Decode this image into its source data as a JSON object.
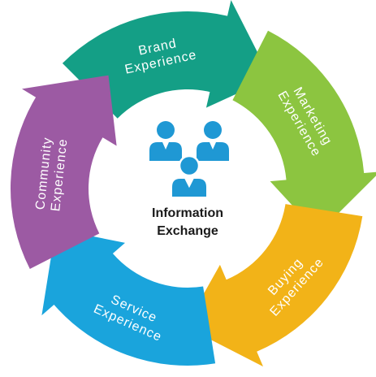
{
  "diagram": {
    "segments": [
      {
        "id": "brand",
        "lines": [
          "Brand",
          "Experience"
        ],
        "color": "#149f86"
      },
      {
        "id": "marketing",
        "lines": [
          "Marketing",
          "Experience"
        ],
        "color": "#8cc540"
      },
      {
        "id": "buying",
        "lines": [
          "Buying",
          "Experience"
        ],
        "color": "#f2b318"
      },
      {
        "id": "service",
        "lines": [
          "Service",
          "Experience"
        ],
        "color": "#1aa4dc"
      },
      {
        "id": "community",
        "lines": [
          "Community",
          "Experience"
        ],
        "color": "#9c5aa3"
      }
    ],
    "center": {
      "lines": [
        "Information",
        "Exchange"
      ],
      "icon": "people-group-icon",
      "icon_color": "#1f98d4"
    }
  }
}
